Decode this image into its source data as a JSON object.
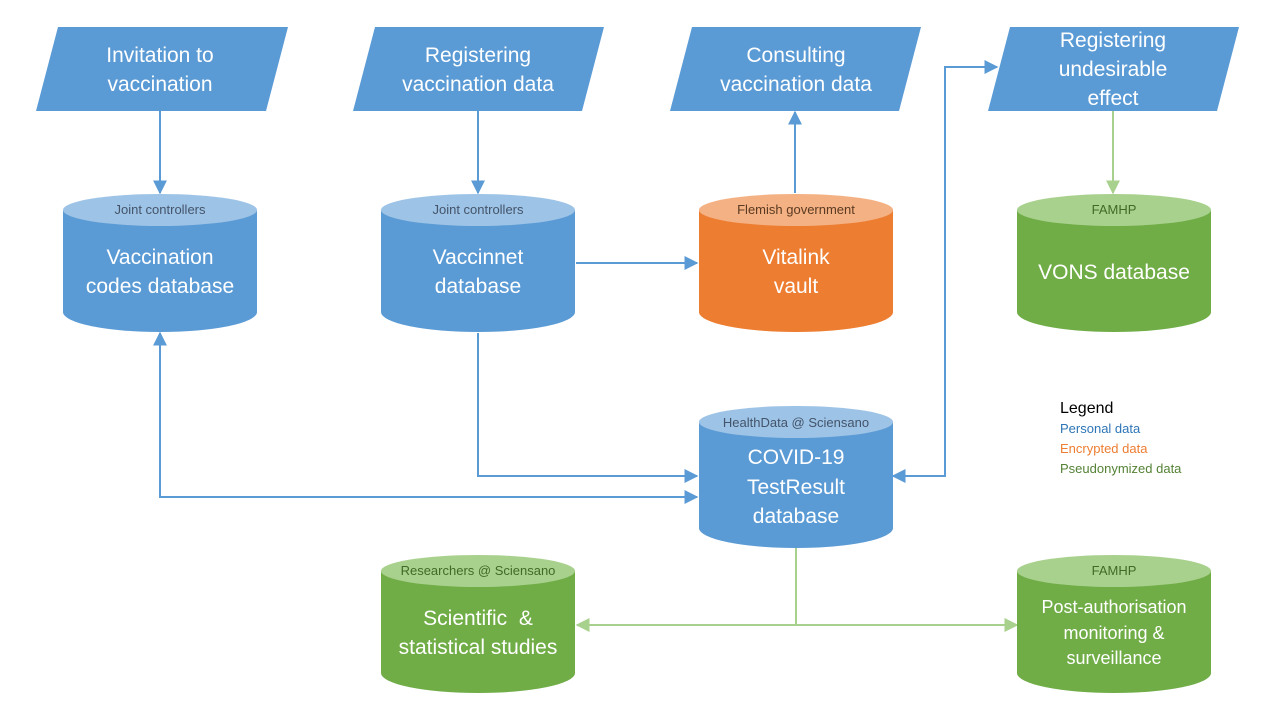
{
  "colors": {
    "personal": "#5b9bd5",
    "personal_top": "#9dc3e6",
    "personal_line": "#5b9bd5",
    "encrypted": "#ed7d31",
    "encrypted_top": "#f4b183",
    "pseudonymized": "#70ad47",
    "pseudonymized_top": "#a9d18e",
    "pseudonymized_line": "#a9d18e",
    "owner_text_blue": "#44546a",
    "owner_text_orange": "#5a3a22",
    "owner_text_green": "#3f6a27"
  },
  "processes": {
    "invitation": {
      "line1": "Invitation to",
      "line2": "vaccination"
    },
    "registering": {
      "line1": "Registering",
      "line2": "vaccination data"
    },
    "consulting": {
      "line1": "Consulting",
      "line2": "vaccination data"
    },
    "undesirable": {
      "line1": "Registering",
      "line2": "undesirable",
      "line3": "effect"
    }
  },
  "databases": {
    "vaccination_codes": {
      "owner": "Joint controllers",
      "line1": "Vaccination",
      "line2": "codes database",
      "category": "personal"
    },
    "vaccinnet": {
      "owner": "Joint controllers",
      "line1": "Vaccinnet",
      "line2": "database",
      "category": "personal"
    },
    "vitalink": {
      "owner": "Flemish government",
      "line1": "Vitalink",
      "line2": "vault",
      "category": "encrypted"
    },
    "vons": {
      "owner": "FAMHP",
      "line1": "VONS database",
      "category": "pseudonymized"
    },
    "covid": {
      "owner": "HealthData @ Sciensano",
      "line1": "COVID-19",
      "line2": "TestResult",
      "line3": "database",
      "category": "personal"
    },
    "scientific": {
      "owner": "Researchers @ Sciensano",
      "line1": "Scientific  &",
      "line2": "statistical studies",
      "category": "pseudonymized"
    },
    "post_auth": {
      "owner": "FAMHP",
      "line1": "Post-authorisation",
      "line2": "monitoring &",
      "line3": "surveillance",
      "category": "pseudonymized"
    }
  },
  "legend": {
    "title": "Legend",
    "personal": "Personal data",
    "encrypted": "Encrypted data",
    "pseudonymized": "Pseudonymized data"
  }
}
